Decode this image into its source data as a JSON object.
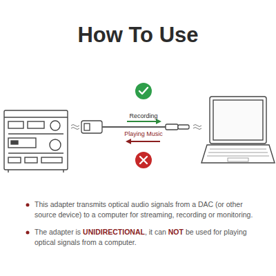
{
  "diagram": {
    "title": "How To Use",
    "labels": [
      "Recording",
      "Playing Music",
      "This adapter transmits optical audio signals from a DAC (or other source device) to a computer for streaming, recording or monitoring.",
      "The adapter is",
      "UNIDIRECTIONAL",
      ", it can",
      "NOT",
      "be used for playing optical signals from a computer."
    ]
  }
}
